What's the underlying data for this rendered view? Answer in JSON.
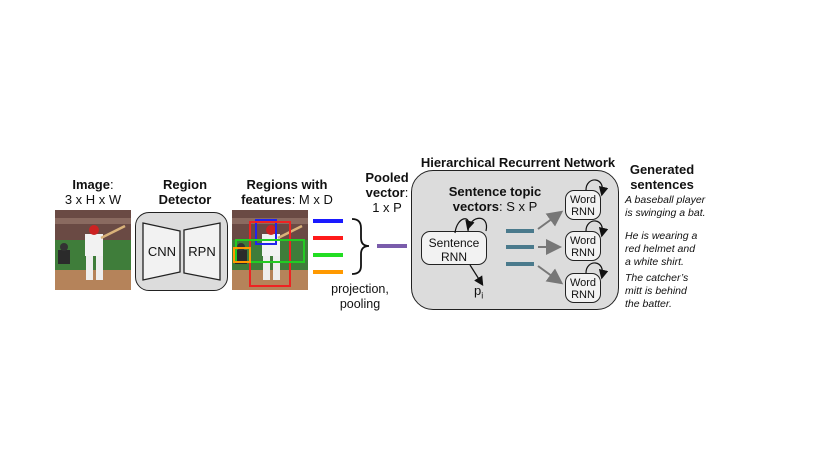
{
  "image": {
    "title": "Image",
    "dims": "3 x H x W"
  },
  "region_detector": {
    "line1": "Region",
    "line2": "Detector",
    "cnn": "CNN",
    "rpn": "RPN"
  },
  "regions": {
    "line1": "Regions with",
    "line2_bold": "features",
    "line2_rest": ": M x D"
  },
  "region_feature_colors": [
    "#1a1aff",
    "#ff1a1a",
    "#22dd22",
    "#ff9900"
  ],
  "box_colors": [
    "#2222ee",
    "#ee2222",
    "#22cc22",
    "#ff9900"
  ],
  "projection": {
    "line1": "projection,",
    "line2": "pooling"
  },
  "pooled": {
    "line1": "Pooled",
    "line2_bold": "vector",
    "line2_rest": ":",
    "line3": "1 x P",
    "color": "#7a5cab"
  },
  "hrn": {
    "title": "Hierarchical Recurrent Network",
    "topic_line1": "Sentence topic",
    "topic_line2_bold": "vectors",
    "topic_line2_rest": ": S x P",
    "sentence_rnn_line1": "Sentence",
    "sentence_rnn_line2": "RNN",
    "p_label": "p",
    "p_sub": "i",
    "topic_color": "#4a7a8c",
    "word_rnns": [
      {
        "line1": "Word",
        "line2": "RNN"
      },
      {
        "line1": "Word",
        "line2": "RNN"
      },
      {
        "line1": "Word",
        "line2": "RNN"
      }
    ]
  },
  "generated": {
    "title_line1": "Generated",
    "title_line2": "sentences",
    "sentences": [
      {
        "line1": "A baseball player",
        "line2": "is swinging a bat."
      },
      {
        "line1": "He is wearing a",
        "line2": "red helmet and",
        "line3": "a white shirt."
      },
      {
        "line1": "The catcher’s",
        "line2": "mitt is behind",
        "line3": "the batter."
      }
    ]
  }
}
